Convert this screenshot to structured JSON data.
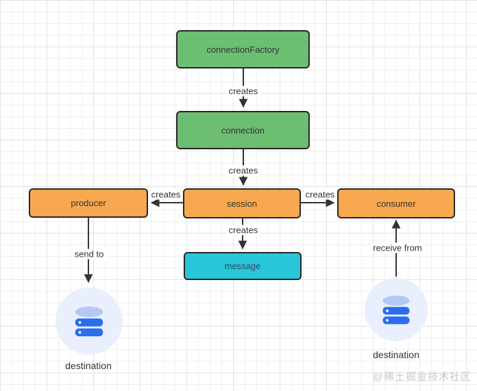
{
  "diagram": {
    "nodes": [
      {
        "id": "connectionFactory",
        "label": "connectionFactory",
        "color_name": "green"
      },
      {
        "id": "connection",
        "label": "connection",
        "color_name": "green"
      },
      {
        "id": "session",
        "label": "session",
        "color_name": "orange"
      },
      {
        "id": "producer",
        "label": "producer",
        "color_name": "orange"
      },
      {
        "id": "consumer",
        "label": "consumer",
        "color_name": "orange"
      },
      {
        "id": "message",
        "label": "message",
        "color_name": "cyan"
      }
    ],
    "edges": [
      {
        "from": "connectionFactory",
        "to": "connection",
        "label": "creates"
      },
      {
        "from": "connection",
        "to": "session",
        "label": "creates"
      },
      {
        "from": "session",
        "to": "producer",
        "label": "creates"
      },
      {
        "from": "session",
        "to": "consumer",
        "label": "creates"
      },
      {
        "from": "session",
        "to": "message",
        "label": "creates"
      },
      {
        "from": "producer",
        "to": "destination-left",
        "label": "send to"
      },
      {
        "from": "destination-right",
        "to": "consumer",
        "label": "receive from"
      }
    ],
    "destinations": [
      {
        "id": "destination-left",
        "label": "destination"
      },
      {
        "id": "destination-right",
        "label": "destination"
      }
    ]
  },
  "watermark": "@稀土掘金技术社区",
  "colors": {
    "node_green": "#6cbe72",
    "node_orange": "#f8a84e",
    "node_cyan": "#28c6d8",
    "node_border": "#262626",
    "edge_line": "#333333",
    "database_circle_bg": "#e9effc",
    "database_blue": "#2b6ded",
    "database_top": "#b3c9f3",
    "grid_major": "#e2e2e2",
    "grid_minor": "#efefef",
    "watermark_gray": "#c9c9c9"
  }
}
